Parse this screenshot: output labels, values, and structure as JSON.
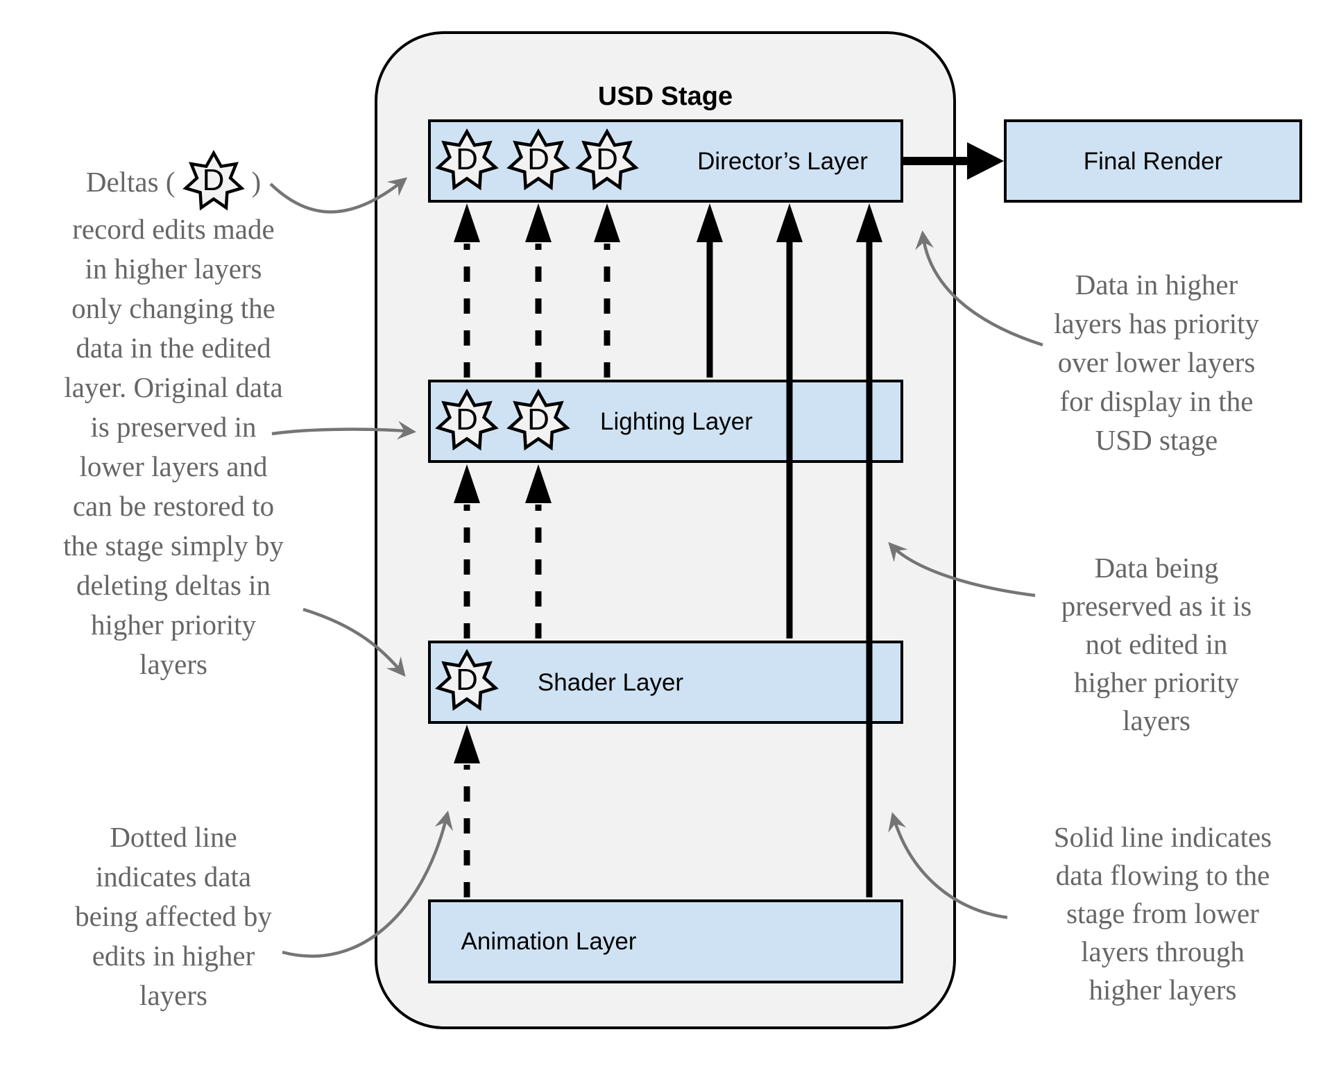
{
  "stage": {
    "title": "USD Stage"
  },
  "layers": [
    {
      "id": "directors",
      "label": "Director’s Layer",
      "deltas": 3
    },
    {
      "id": "lighting",
      "label": "Lighting Layer",
      "deltas": 2
    },
    {
      "id": "shader",
      "label": "Shader Layer",
      "deltas": 1
    },
    {
      "id": "animation",
      "label": "Animation Layer",
      "deltas": 0
    }
  ],
  "final_render": {
    "label": "Final Render"
  },
  "delta_label": "D",
  "annotations": {
    "left_top": {
      "line1_prefix": "Deltas (",
      "line1_suffix": ")",
      "lines": [
        "record edits made",
        "in higher layers",
        "only changing the",
        "data in the edited",
        "layer. Original data",
        "is preserved in",
        "lower layers and",
        "can be restored to",
        "the stage simply by",
        "deleting deltas in",
        "higher priority",
        "layers"
      ]
    },
    "left_bottom": {
      "lines": [
        "Dotted line",
        "indicates data",
        "being affected by",
        "edits in higher",
        "layers"
      ]
    },
    "right_top": {
      "lines": [
        "Data in higher",
        "layers has priority",
        "over lower layers",
        "for display in the",
        "USD stage"
      ]
    },
    "right_middle": {
      "lines": [
        "Data being",
        "preserved as it is",
        "not edited in",
        "higher priority",
        "layers"
      ]
    },
    "right_bottom": {
      "lines": [
        "Solid line indicates",
        "data flowing to the",
        "stage from lower",
        "layers through",
        "higher layers"
      ]
    }
  },
  "colors": {
    "layer_fill": "#cfe2f3",
    "stage_fill": "#f2f2f2",
    "annotation_text": "#666666",
    "arrow_gray": "#757575",
    "line_black": "#000000"
  }
}
